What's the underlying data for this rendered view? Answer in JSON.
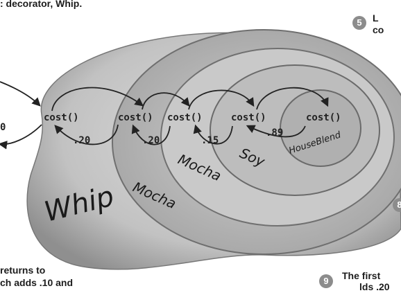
{
  "captions": {
    "top_left": ": decorator, Whip.",
    "top_right": "L",
    "top_right_line2": "co",
    "bottom_left_line1": "returns to",
    "bottom_left_line2": "ch adds .10 and",
    "bottom_right_line1": "The first",
    "bottom_right_line2": "lds .20"
  },
  "steps": {
    "five": "5",
    "eight": "8",
    "nine": "9"
  },
  "layers": {
    "whip": "Whip",
    "mocha_outer": "Mocha",
    "mocha_inner": "Mocha",
    "soy": "Soy",
    "core": "HouseBlend"
  },
  "method_label": "cost()",
  "values": {
    "left_edge": "0",
    "whip_return": ".20",
    "mocha_outer_return": ".20",
    "mocha_inner_return": ".15",
    "soy_return": ".89"
  },
  "colors": {
    "outer_shell": "#a8a8a8",
    "core": "#b9b9b9",
    "ink": "#222222"
  }
}
